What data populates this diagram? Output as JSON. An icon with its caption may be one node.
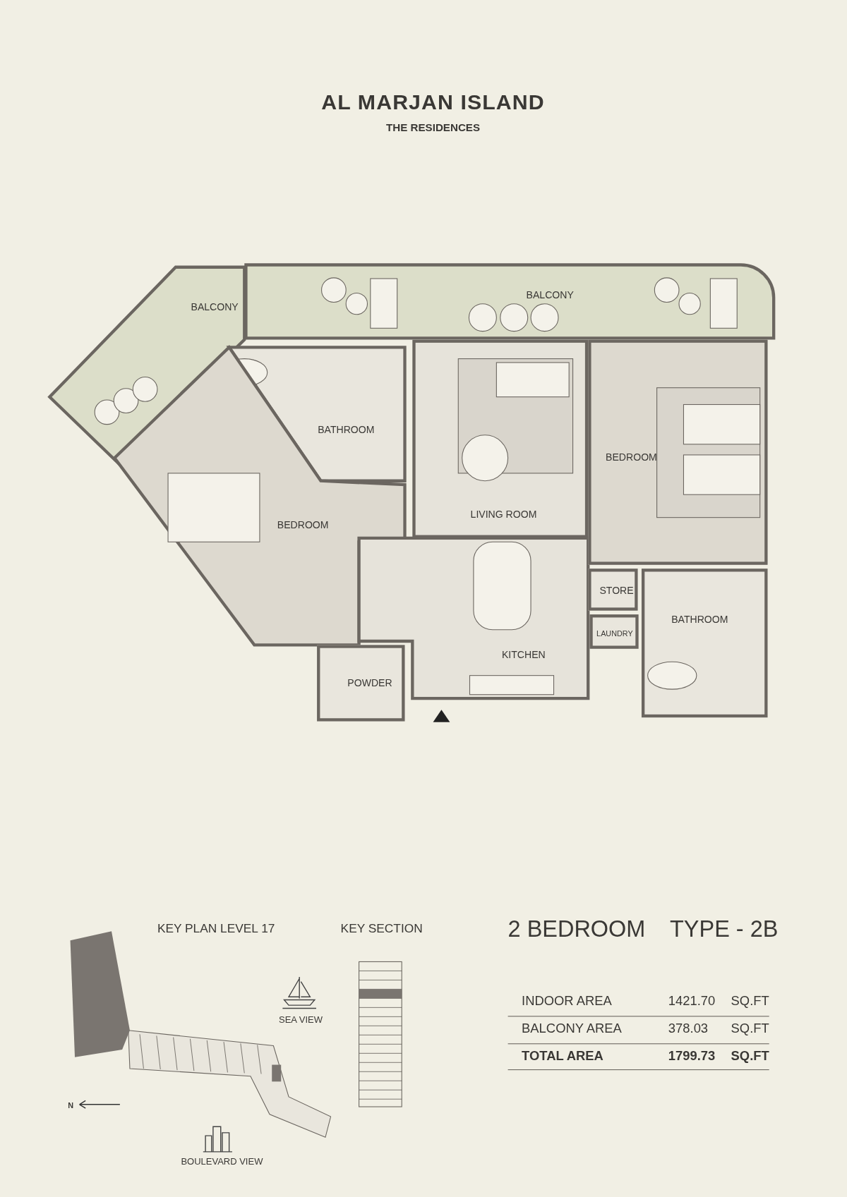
{
  "diagram": {
    "title": "AL MARJAN ISLAND",
    "nodes": [
      {
        "text": [
          "BALCONY"
        ]
      },
      {
        "text": [
          "BALCONY"
        ]
      },
      {
        "text": [
          "BATHROOM"
        ]
      },
      {
        "text": [
          "BEDROOM"
        ]
      },
      {
        "text": [
          "POWDER"
        ]
      },
      {
        "text": [
          "LIVING ROOM"
        ]
      },
      {
        "text": [
          "KITCHEN"
        ]
      },
      {
        "text": [
          "BEDROOM"
        ]
      },
      {
        "text": [
          "STORE"
        ]
      },
      {
        "text": [
          "LAUNDRY"
        ]
      },
      {
        "text": [
          "BATHROOM"
        ]
      }
    ],
    "labels": [
      "THE RESIDENCES",
      "KEY PLAN LEVEL 17",
      "KEY SECTION",
      "SEA VIEW",
      "N",
      "BOULEVARD VIEW",
      "2 BEDROOM",
      "TYPE - 2B",
      "INDOOR AREA",
      "1421.70",
      "SQ.FT",
      "BALCONY AREA",
      "378.03",
      "SQ.FT",
      "TOTAL AREA",
      "1799.73",
      "SQ.FT"
    ]
  }
}
